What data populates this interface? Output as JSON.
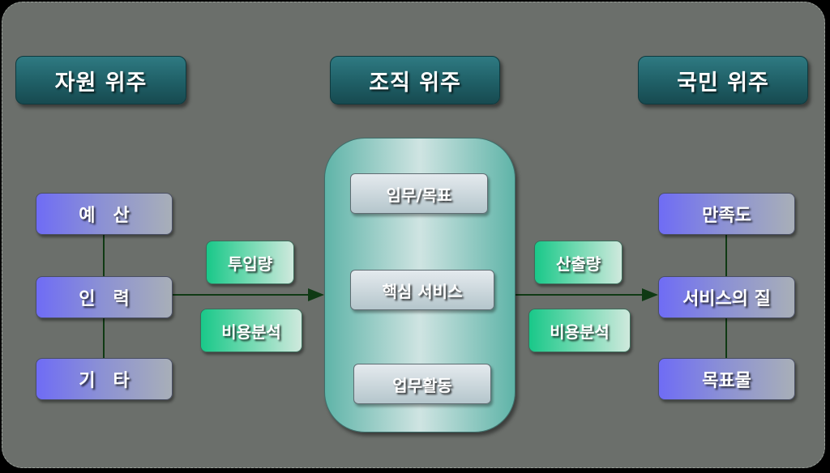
{
  "headers": {
    "resource": "자원 위주",
    "organization": "조직 위주",
    "citizen": "국민 위주"
  },
  "inputs": [
    "예　산",
    "인　력",
    "기　타"
  ],
  "input_labels": [
    "투입량",
    "비용분석"
  ],
  "core": {
    "top": "임무/목표",
    "middle": "핵심 서비스",
    "bottom": "업무활동"
  },
  "output_labels": [
    "산출량",
    "비용분석"
  ],
  "outputs": [
    "만족도",
    "서비스의 질",
    "목표물"
  ],
  "colors": {
    "background": "#6b6f6b",
    "header": "#1f5f66",
    "input_box": "#6f6cf5",
    "label_box": "#19c889",
    "core_capsule": "#5fb4a8",
    "connector": "#0f3a14"
  }
}
